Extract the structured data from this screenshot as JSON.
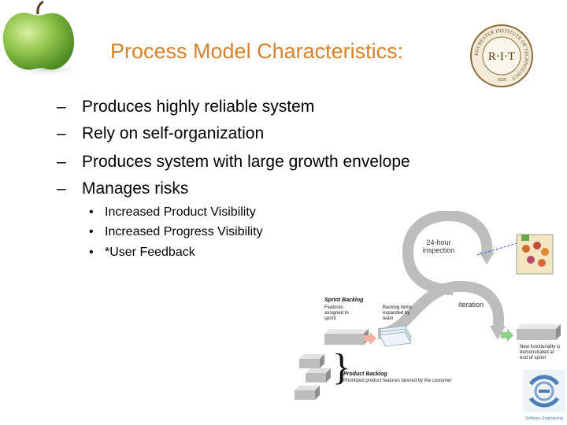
{
  "slide": {
    "title": "Process Model Characteristics:",
    "bullets": [
      "Produces highly reliable system",
      "Rely on self-organization",
      "Produces system with large growth envelope",
      "Manages risks"
    ],
    "bullet_marker": "–",
    "sub_bullets": [
      "Increased Product Visibility",
      "Increased Progress Visibility",
      "*User Feedback"
    ],
    "sub_bullet_marker": "•"
  },
  "logo": {
    "text": "R·I·T",
    "ring_text": "ROCHESTER INSTITUTE OF TECHNOLOGY",
    "year": "1829"
  },
  "diagram": {
    "inspection_label": "24-hour inspection",
    "iteration_label": "iteration",
    "sprint_backlog_title": "Sprint Backlog",
    "sprint_backlog_desc": "Features assigned to sprint",
    "backlog_items_desc": "Backlog items expanded by team",
    "product_backlog_title": "Product Backlog",
    "product_backlog_desc": "Prioritized product features desired by the customer",
    "increment_desc": "New functionality is demonstrated at end of sprint"
  },
  "footer_logo_text": "Software Engineering"
}
